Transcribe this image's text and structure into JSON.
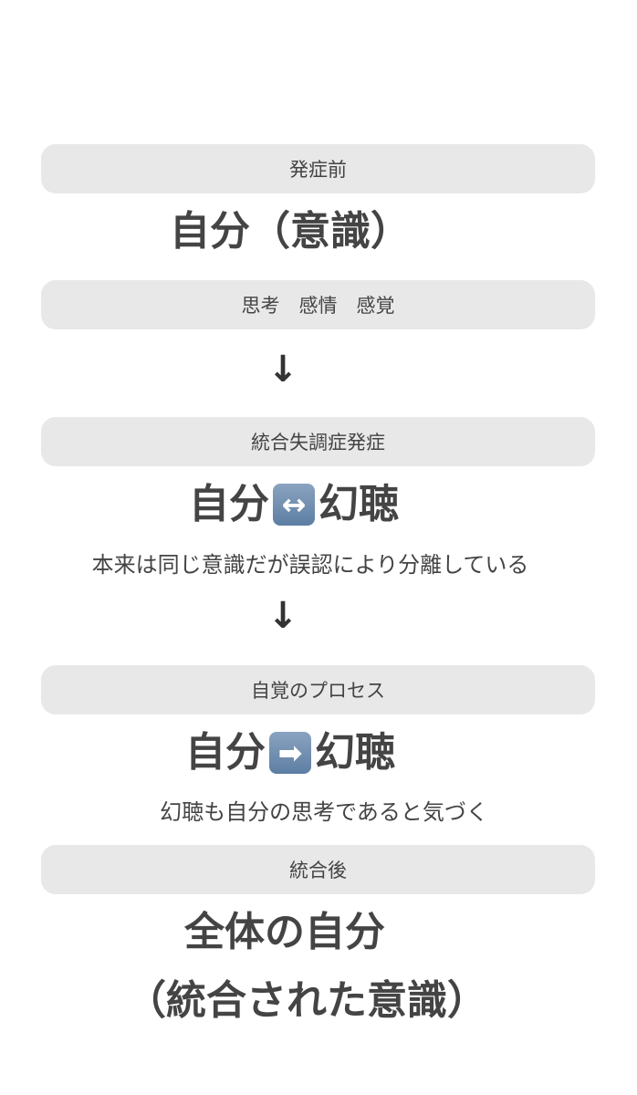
{
  "stage1": {
    "label": "発症前",
    "title": "自分（意識）",
    "components": "思考　感情　感覚"
  },
  "stage2": {
    "label": "統合失調症発症",
    "left": "自分",
    "right": "幻聴",
    "icon": "left-right-arrow-icon",
    "icon_glyph": "↔",
    "note": "本来は同じ意識だが誤認により分離している"
  },
  "stage3": {
    "label": "自覚のプロセス",
    "left": "自分",
    "right": "幻聴",
    "icon": "right-arrow-icon",
    "icon_glyph": "➡",
    "note": "幻聴も自分の思考であると気づく"
  },
  "stage4": {
    "label": "統合後",
    "title_line1": "全体の自分",
    "title_line2": "（統合された意識）"
  },
  "arrow_glyph": "↓",
  "colors": {
    "pill": "#e8e8e8",
    "text": "#444444",
    "emoji": "#6f8db0"
  }
}
